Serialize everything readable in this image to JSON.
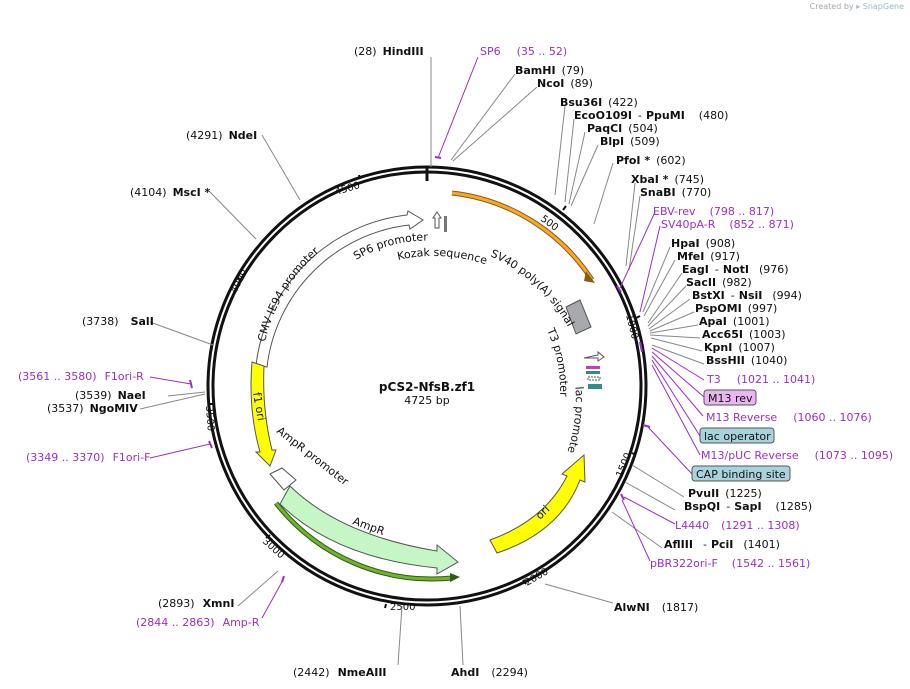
{
  "header": {
    "credit_prefix": "Created by",
    "credit_brand": "SnapGene"
  },
  "plasmid": {
    "name": "pCS2-NfsB.zf1",
    "length_label": "4725 bp",
    "length": 4725
  },
  "ticks": [
    "500",
    "1000",
    "1500",
    "2000",
    "2500",
    "3000",
    "3500",
    "4000",
    "4500"
  ],
  "sites": [
    {
      "name": "HindIII",
      "pos": "(28)"
    },
    {
      "name": "BamHI",
      "pos": "(79)"
    },
    {
      "name": "NcoI",
      "pos": "(89)"
    },
    {
      "name": "Bsu36I",
      "pos": "(422)"
    },
    {
      "name": "EcoO109I",
      "name2": "PpuMI",
      "pos": "(480)"
    },
    {
      "name": "PaqCI",
      "pos": "(504)"
    },
    {
      "name": "BlpI",
      "pos": "(509)"
    },
    {
      "name": "PfoI *",
      "pos": "(602)"
    },
    {
      "name": "XbaI *",
      "pos": "(745)"
    },
    {
      "name": "SnaBI",
      "pos": "(770)"
    },
    {
      "name": "HpaI",
      "pos": "(908)"
    },
    {
      "name": "MfeI",
      "pos": "(917)"
    },
    {
      "name": "EagI",
      "name2": "NotI",
      "pos": "(976)"
    },
    {
      "name": "SacII",
      "pos": "(982)"
    },
    {
      "name": "BstXI",
      "name2": "NsiI",
      "pos": "(994)"
    },
    {
      "name": "PspOMI",
      "pos": "(997)"
    },
    {
      "name": "ApaI",
      "pos": "(1001)"
    },
    {
      "name": "Acc65I",
      "pos": "(1003)"
    },
    {
      "name": "KpnI",
      "pos": "(1007)"
    },
    {
      "name": "BssHII",
      "pos": "(1040)"
    },
    {
      "name": "PvuII",
      "pos": "(1225)"
    },
    {
      "name": "BspQI",
      "name2": "SapI",
      "pos": "(1285)"
    },
    {
      "name": "AflIII",
      "name2": "PciI",
      "pos": "(1401)"
    },
    {
      "name": "AlwNI",
      "pos": "(1817)"
    },
    {
      "name": "AhdI",
      "pos": "(2294)"
    },
    {
      "name": "NmeAIII",
      "pos": "(2442)"
    },
    {
      "name": "XmnI",
      "pos": "(2893)"
    },
    {
      "name": "NgoMIV",
      "pos": "(3537)"
    },
    {
      "name": "NaeI",
      "pos": "(3539)"
    },
    {
      "name": "SalI",
      "pos": "(3738)"
    },
    {
      "name": "MscI *",
      "pos": "(4104)"
    },
    {
      "name": "NdeI",
      "pos": "(4291)"
    }
  ],
  "primers": [
    {
      "name": "SP6",
      "range": "(35 .. 52)"
    },
    {
      "name": "EBV-rev",
      "range": "(798 .. 817)"
    },
    {
      "name": "SV40pA-R",
      "range": "(852 .. 871)"
    },
    {
      "name": "T3",
      "range": "(1021 .. 1041)"
    },
    {
      "name": "M13 Reverse",
      "range": "(1060 .. 1076)"
    },
    {
      "name": "M13/pUC Reverse",
      "range": "(1073 .. 1095)"
    },
    {
      "name": "L4440",
      "range": "(1291 .. 1308)"
    },
    {
      "name": "pBR322ori-F",
      "range": "(1542 .. 1561)"
    },
    {
      "name": "Amp-R",
      "range": "(2844 .. 2863)"
    },
    {
      "name": "F1ori-F",
      "range": "(3349 .. 3370)"
    },
    {
      "name": "F1ori-R",
      "range": "(3561 .. 3580)"
    }
  ],
  "boxed_features": [
    {
      "name": "M13 rev",
      "color": "#e9b6f2"
    },
    {
      "name": "lac operator",
      "color": "#a9d3dc"
    },
    {
      "name": "CAP binding site",
      "color": "#a9d3dc"
    }
  ],
  "features": {
    "sp6_promoter": "SP6 promoter",
    "kozak": "Kozak sequence",
    "cmv": "CMV IE94 promoter",
    "sv40": "SV40 poly(A) signal",
    "t3": "T3 promoter",
    "lac": "lac promoter",
    "f1ori": "f1 ori",
    "ampr_promoter": "AmpR promoter",
    "ampr": "AmpR",
    "ori": "ori"
  },
  "colors": {
    "primer": "#9a2fc8",
    "f1ori": "#ffff00",
    "ori": "#ffff00",
    "ampr": "#c6f5c6",
    "orange_orf": "#f7a82a",
    "green_orf": "#6fb52c",
    "sv40": "#a7a9ad"
  }
}
